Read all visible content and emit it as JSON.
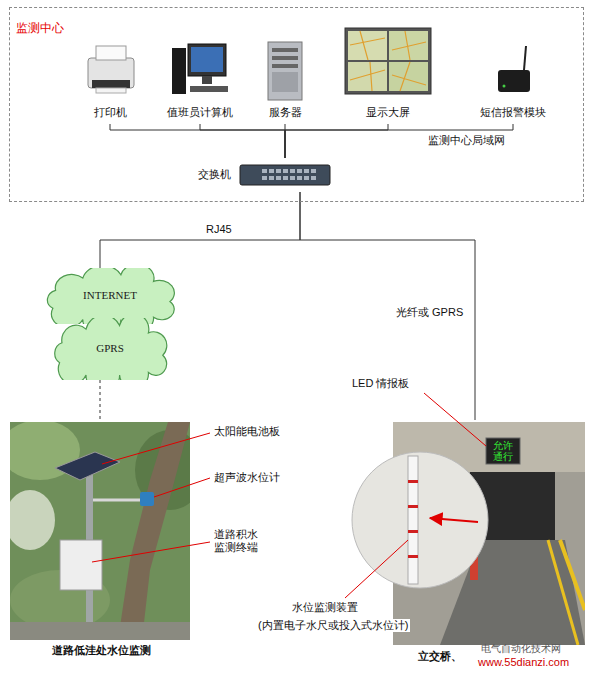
{
  "diagram": {
    "nodes": [
      {
        "text": [
          "监测中心"
        ]
      },
      {
        "text": [
          "打印机"
        ],
        "in": 0
      },
      {
        "text": [
          "值班员计算机"
        ],
        "in": 0
      },
      {
        "text": [
          "服务器"
        ],
        "in": 0
      },
      {
        "text": [
          "显示大屏"
        ],
        "in": 0
      },
      {
        "text": [
          "短信报警模块"
        ],
        "in": 0
      },
      {
        "text": [
          "交换机"
        ],
        "in": 0
      },
      {
        "text": [
          "INTERNET"
        ]
      },
      {
        "text": [
          "GPRS"
        ]
      },
      {
        "text": [
          "道路低洼处水位监测"
        ]
      },
      {
        "text": [
          "立交桥、"
        ]
      }
    ],
    "edges": [
      {
        "from": 1,
        "to": 6,
        "arrow": "none"
      },
      {
        "from": 2,
        "to": 6,
        "arrow": "none"
      },
      {
        "from": 3,
        "to": 6,
        "arrow": "none"
      },
      {
        "from": 4,
        "to": 6,
        "arrow": "none"
      },
      {
        "from": 5,
        "to": 6,
        "arrow": "none"
      },
      {
        "from": 6,
        "to": 7,
        "label": "RJ45",
        "arrow": "none"
      },
      {
        "from": 8,
        "to": 9,
        "arrow": "none"
      },
      {
        "from": 6,
        "to": 10,
        "label": "光纤或 GPRS",
        "arrow": "none"
      }
    ],
    "labels": [
      "监测中心局域网",
      "太阳能电池板",
      "超声波水位计",
      "道路积水监测终端",
      "LED 情报板",
      "允许",
      "通行",
      "水位监测装置",
      "(内置电子水尺或投入式水位计)",
      "电气自动化技术网",
      "www.55dianzi.com"
    ]
  }
}
